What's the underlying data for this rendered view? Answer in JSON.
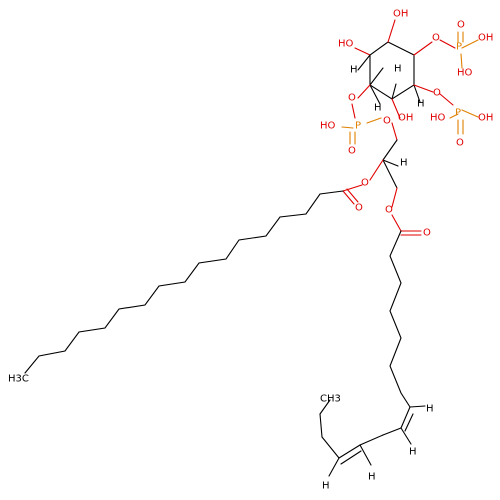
{
  "colors": {
    "carbon": "#000000",
    "oxygen": "#e00000",
    "phosphorus": "#e08000"
  },
  "atoms": [
    {
      "id": "a_oh_top",
      "text": "OH",
      "el": "O"
    },
    {
      "id": "a_ho_left",
      "text": "HO",
      "el": "O"
    },
    {
      "id": "a_h_c1",
      "text": "H",
      "el": "C"
    },
    {
      "id": "a_h_c6",
      "text": "H",
      "el": "C"
    },
    {
      "id": "a_h_c5",
      "text": "H",
      "el": "C"
    },
    {
      "id": "a_o_ring_p2",
      "text": "O",
      "el": "O"
    },
    {
      "id": "a_p2",
      "text": "P",
      "el": "P"
    },
    {
      "id": "a_p2_oh",
      "text": "OH",
      "el": "O"
    },
    {
      "id": "a_p2_ho",
      "text": "HO",
      "el": "O"
    },
    {
      "id": "a_p2_o",
      "text": "O",
      "el": "O"
    },
    {
      "id": "a_h_c3",
      "text": "H",
      "el": "C"
    },
    {
      "id": "a_o_ring_p3",
      "text": "O",
      "el": "O"
    },
    {
      "id": "a_p3",
      "text": "P",
      "el": "P"
    },
    {
      "id": "a_p3_oh",
      "text": "OH",
      "el": "O"
    },
    {
      "id": "a_p3_ho",
      "text": "HO",
      "el": "O"
    },
    {
      "id": "a_p3_o",
      "text": "O",
      "el": "O"
    },
    {
      "id": "a_oh_mid",
      "text": "OH",
      "el": "O"
    },
    {
      "id": "a_o_ring_p1",
      "text": "O",
      "el": "O"
    },
    {
      "id": "a_p1",
      "text": "P",
      "el": "P"
    },
    {
      "id": "a_p1_ho",
      "text": "HO",
      "el": "O"
    },
    {
      "id": "a_p1_o",
      "text": "O",
      "el": "O"
    },
    {
      "id": "a_o_glyc3",
      "text": "O",
      "el": "O"
    },
    {
      "id": "a_h_glyc2",
      "text": "H",
      "el": "C"
    },
    {
      "id": "a_o_sn2",
      "text": "O",
      "el": "O"
    },
    {
      "id": "a_o_sn2_co",
      "text": "O",
      "el": "O"
    },
    {
      "id": "a_o_sn1",
      "text": "O",
      "el": "O"
    },
    {
      "id": "a_o_sn1_co",
      "text": "O",
      "el": "O"
    },
    {
      "id": "a_h_db1",
      "text": "H",
      "el": "C"
    },
    {
      "id": "a_h_db2",
      "text": "H",
      "el": "C"
    },
    {
      "id": "a_h_db3",
      "text": "H",
      "el": "C"
    },
    {
      "id": "a_h_db4",
      "text": "H",
      "el": "C"
    },
    {
      "id": "a_ch3_top",
      "text": "CH3",
      "el": "C"
    },
    {
      "id": "a_ch3_left",
      "text": "H3C",
      "el": "C"
    }
  ]
}
